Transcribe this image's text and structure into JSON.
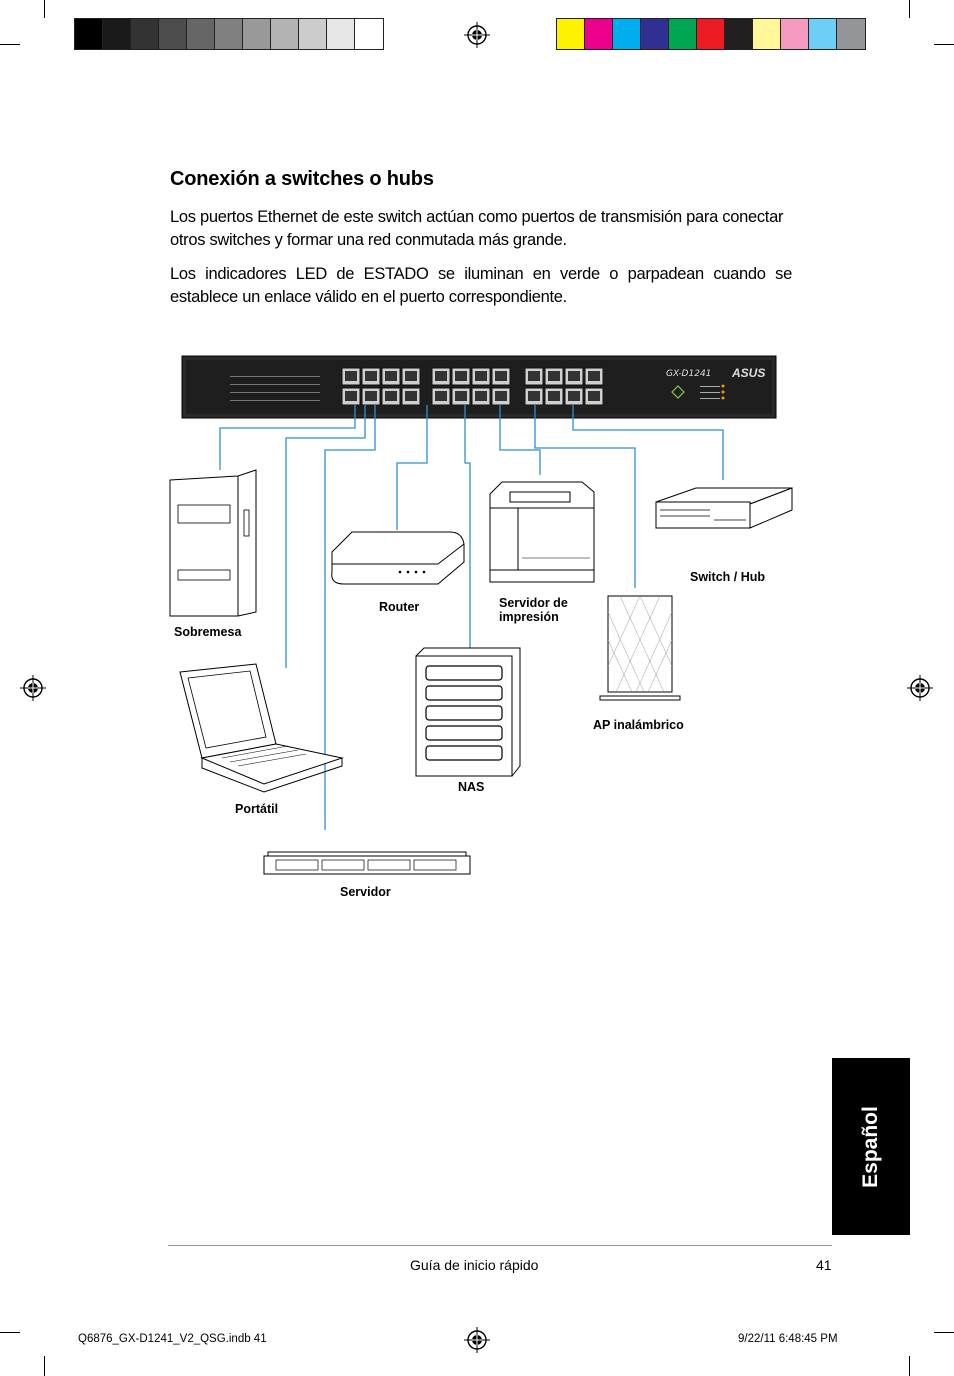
{
  "print_marks": {
    "gray_bar": [
      "#000000",
      "#1a1a1a",
      "#333333",
      "#4d4d4d",
      "#666666",
      "#808080",
      "#999999",
      "#b3b3b3",
      "#cccccc",
      "#e6e6e6",
      "#ffffff"
    ],
    "color_bar": [
      "#fff200",
      "#ec008c",
      "#00aeef",
      "#2e3192",
      "#00a651",
      "#ed1c24",
      "#231f20",
      "#fff799",
      "#f49ac1",
      "#6dcff6",
      "#939598"
    ]
  },
  "heading": "Conexión a switches o hubs",
  "paragraphs": [
    "Los puertos Ethernet de este switch actúan como puertos de transmisión para conectar otros switches y formar una red conmutada más grande.",
    "Los indicadores LED de ESTADO se iluminan en verde o parpadean cuando se establece un enlace válido en el puerto correspondiente."
  ],
  "diagram": {
    "switch_model": "GX-D1241",
    "switch_brand": "ASUS",
    "labels": {
      "desktop": "Sobremesa",
      "laptop": "Portátil",
      "server": "Servidor",
      "router": "Router",
      "print_server": "Servidor de impresión",
      "nas": "NAS",
      "wireless_ap": "AP inalámbrico",
      "switch_hub": "Switch / Hub"
    }
  },
  "side_tab": "Español",
  "footer": {
    "guide": "Guía de inicio rápido",
    "page": "41"
  },
  "slug": {
    "file": "Q6876_GX-D1241_V2_QSG.indb   41",
    "datetime": "9/22/11   6:48:45 PM"
  }
}
